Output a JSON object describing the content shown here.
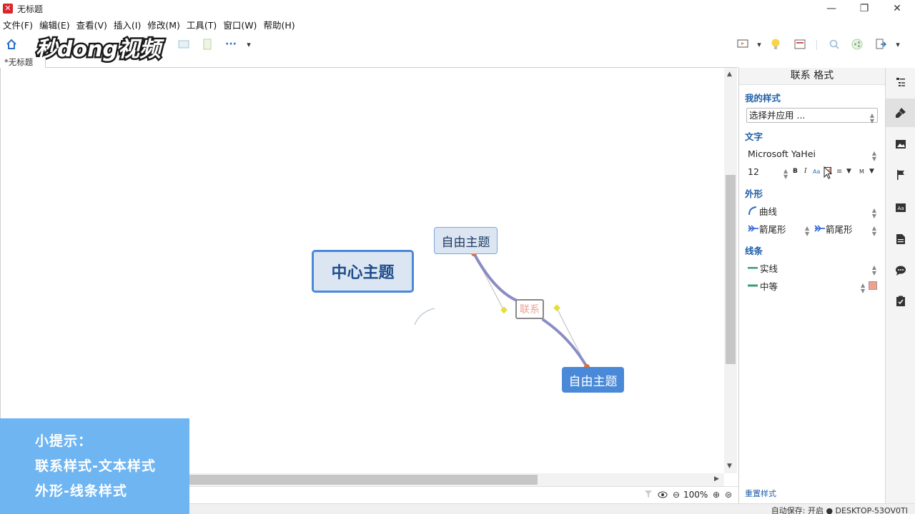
{
  "window": {
    "title": "无标题",
    "minimize": "—",
    "maximize": "❐",
    "close": "✕"
  },
  "menu": [
    "文件(F)",
    "编辑(E)",
    "查看(V)",
    "插入(I)",
    "修改(M)",
    "工具(T)",
    "窗口(W)",
    "帮助(H)"
  ],
  "toolbar": {
    "more": "···",
    "dropdown": "▾"
  },
  "watermark": {
    "text": "秒dong视频"
  },
  "tab": {
    "label": "*无标题"
  },
  "mindmap": {
    "central_topic": "中心主题",
    "free_topic_1": "自由主题",
    "free_topic_2": "自由主题",
    "relationship_label": "联系"
  },
  "panel": {
    "title": "联系 格式",
    "my_style": {
      "title": "我的样式",
      "select": "选择并应用 ..."
    },
    "text": {
      "title": "文字",
      "font": "Microsoft YaHei",
      "size": "12",
      "bold": "B",
      "italic": "I",
      "case": "Aa",
      "weight": "M"
    },
    "shape": {
      "title": "外形",
      "curve": "曲线",
      "arrow_start": "箭尾形",
      "arrow_end": "箭尾形"
    },
    "line": {
      "title": "线条",
      "style": "实线",
      "width": "中等",
      "color": "#f0a08c"
    },
    "reset": "重置样式"
  },
  "status": {
    "zoom": "100%",
    "autosave": "自动保存: 开启  ● DESKTOP-53OV0TI"
  },
  "tip": {
    "line1": "小提示：",
    "line2": "联系样式-文本样式",
    "line3": "外形-线条样式"
  },
  "colors": {
    "accent": "#4a89d8",
    "relationship_line": "#8a8cc4",
    "tip_bg": "#6fb5f2"
  }
}
